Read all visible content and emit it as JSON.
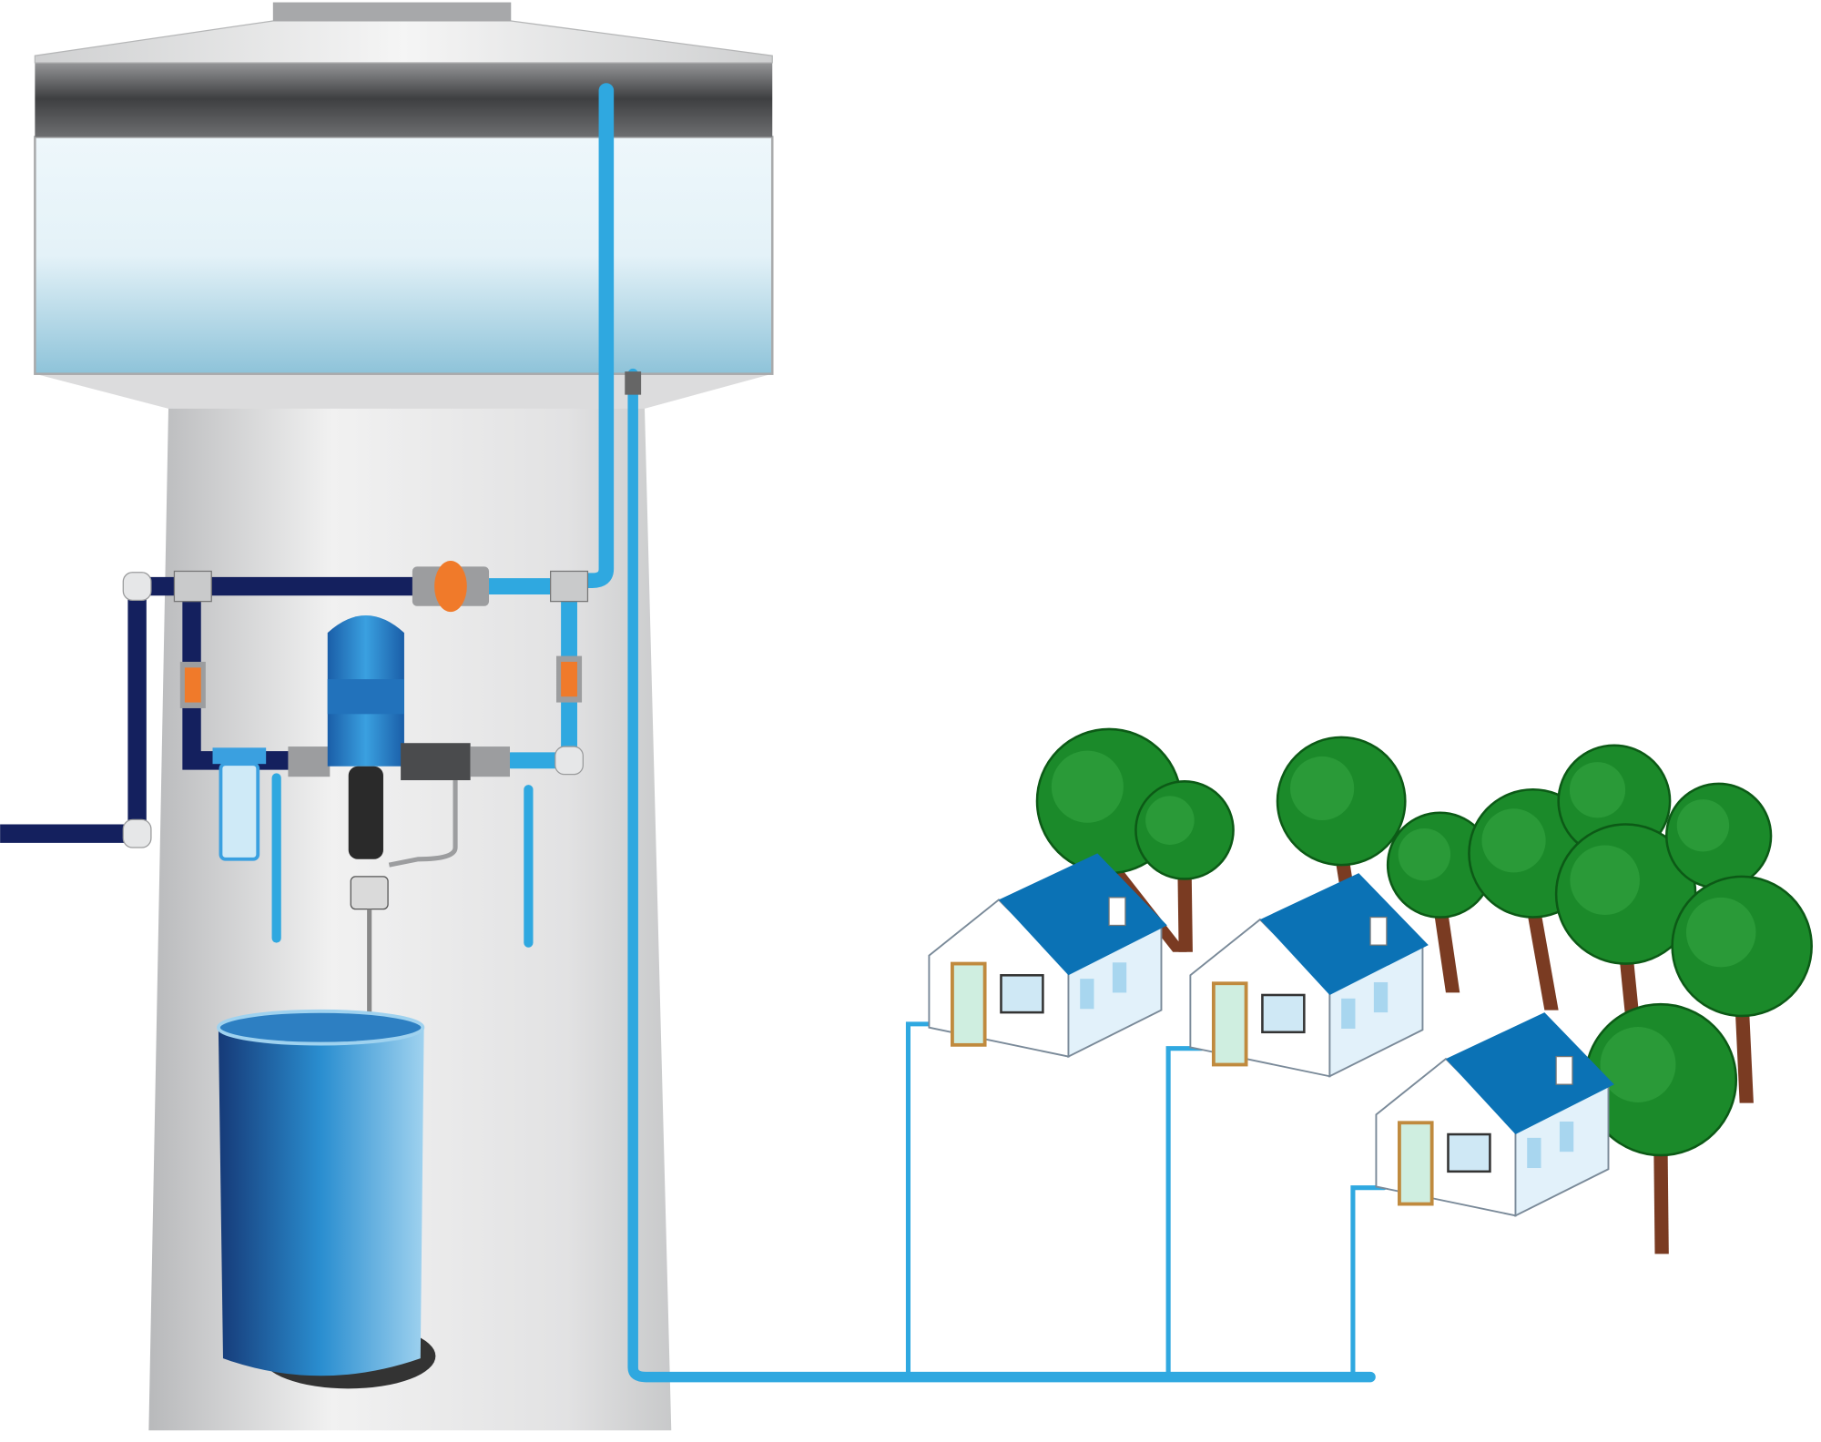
{
  "diagram": {
    "subject": "water-tower-dosing-distribution",
    "components": [
      "water-tower",
      "storage-tank",
      "inlet-pipe",
      "dosing-pump",
      "chemical-barrel",
      "filter",
      "distribution-pipe",
      "houses",
      "trees"
    ],
    "house_count": 3
  },
  "colors": {
    "navy_pipe": "#14205e",
    "light_pipe": "#2fa8e0",
    "tank_water": "#dcf0f8",
    "valve": "#f07a2a",
    "roof": "#0b72b5",
    "tree": "#1b8a2a",
    "trunk": "#7a3b22",
    "barrel": "#1a74b8"
  }
}
